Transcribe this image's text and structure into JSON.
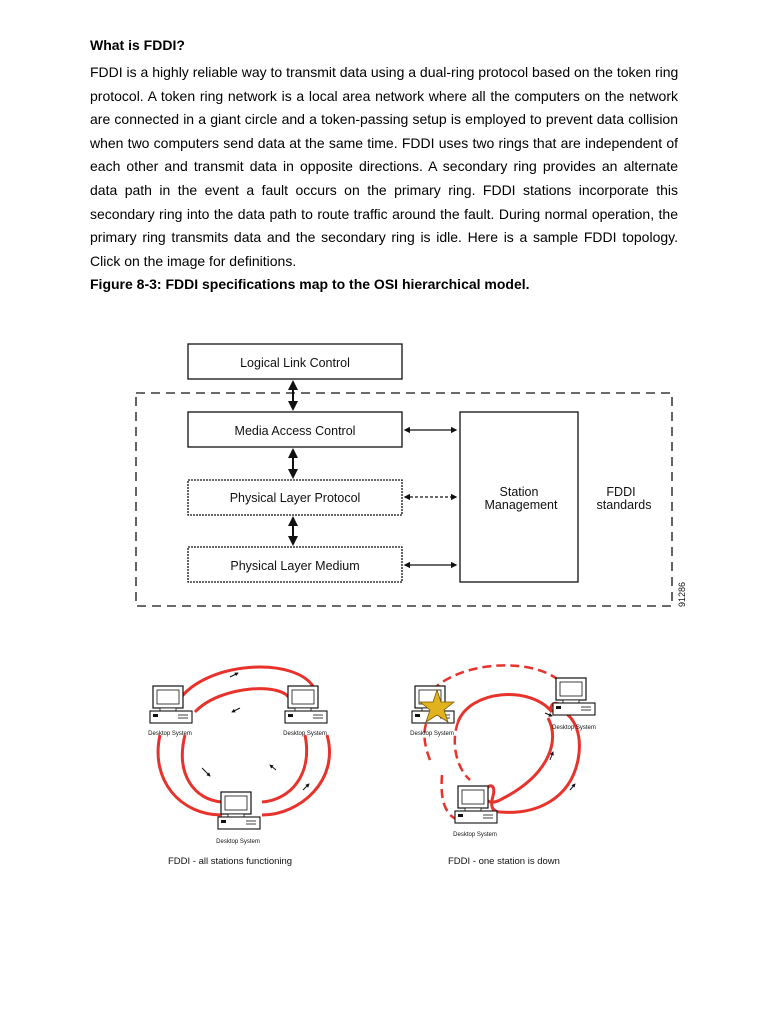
{
  "heading": "What is FDDI?",
  "paragraph_lines": [
    "FDDI is a highly reliable way to transmit data using a dual-ring protocol based on the token ring",
    "protocol.  A token ring network is a local area network where all the computers on the network",
    "are connected in a giant circle and a token-passing setup is employed to prevent data collision",
    "when two computers send data at the same time.  FDDI uses two rings that are independent of",
    "each other and transmit data in opposite directions.  A secondary ring provides an alternate",
    "data path in the event a fault occurs on the primary ring.  FDDI stations incorporate this",
    "secondary ring into the data path to route traffic around the fault. During normal operation, the",
    "primary ring transmits data and the secondary ring is idle.  Here is a sample FDDI topology.",
    "Click on the image for definitions."
  ],
  "figure_caption": "Figure 8-3: FDDI specifications map to the OSI hierarchical model.",
  "osi_diagram": {
    "llc": "Logical Link Control",
    "mac": "Media Access Control",
    "phy": "Physical Layer Protocol",
    "pmd": "Physical Layer Medium",
    "smt_line1": "Station",
    "smt_line2": "Management",
    "fddi_line1": "FDDI",
    "fddi_line2": "standards",
    "figure_code": "91286"
  },
  "ring_left": {
    "caption": "FDDI - all stations functioning",
    "station_label": "Desktop System"
  },
  "ring_right": {
    "caption": "FDDI - one station is down",
    "station_label": "Desktop System"
  },
  "colors": {
    "ring_red": "#e8322c",
    "star_gold": "#e0b21e",
    "text": "#000000"
  },
  "icons": [
    "double-arrow-icon",
    "desktop-computer-icon",
    "star-icon"
  ]
}
